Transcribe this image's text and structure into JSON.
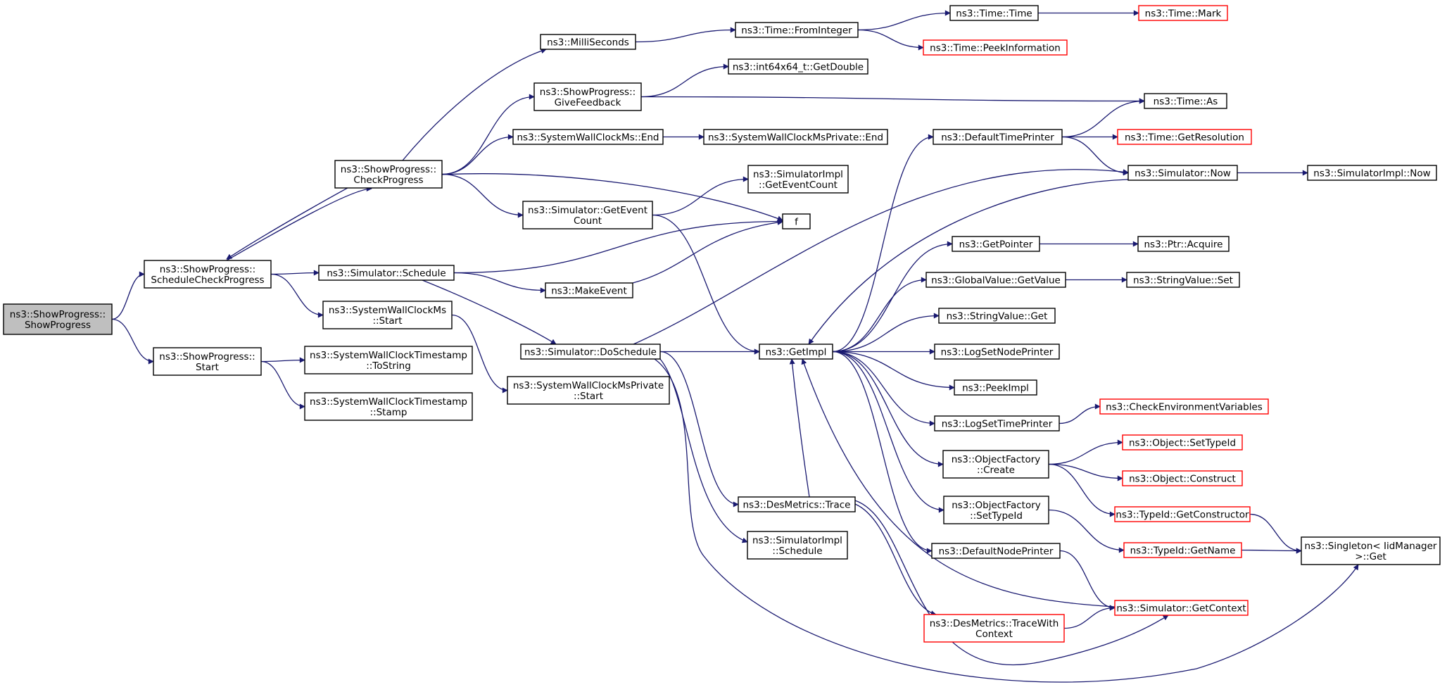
{
  "graph": {
    "nodes": [
      {
        "id": "root",
        "lines": [
          "ns3::ShowProgress::",
          "ShowProgress"
        ],
        "style": "root"
      },
      {
        "id": "scp",
        "lines": [
          "ns3::ShowProgress::",
          "ScheduleCheckProgress"
        ],
        "style": "normal"
      },
      {
        "id": "sps",
        "lines": [
          "ns3::ShowProgress::",
          "Start"
        ],
        "style": "normal"
      },
      {
        "id": "cp",
        "lines": [
          "ns3::ShowProgress::",
          "CheckProgress"
        ],
        "style": "normal"
      },
      {
        "id": "ss",
        "lines": [
          "ns3::Simulator::Schedule"
        ],
        "style": "normal"
      },
      {
        "id": "swcs",
        "lines": [
          "ns3::SystemWallClockMs",
          "::Start"
        ],
        "style": "normal"
      },
      {
        "id": "tts",
        "lines": [
          "ns3::SystemWallClockTimestamp",
          "::ToString"
        ],
        "style": "normal"
      },
      {
        "id": "tst",
        "lines": [
          "ns3::SystemWallClockTimestamp",
          "::Stamp"
        ],
        "style": "normal"
      },
      {
        "id": "ms",
        "lines": [
          "ns3::MilliSeconds"
        ],
        "style": "normal"
      },
      {
        "id": "gf",
        "lines": [
          "ns3::ShowProgress::",
          "GiveFeedback"
        ],
        "style": "normal"
      },
      {
        "id": "swce",
        "lines": [
          "ns3::SystemWallClockMs::End"
        ],
        "style": "normal"
      },
      {
        "id": "gec",
        "lines": [
          "ns3::Simulator::GetEvent",
          "Count"
        ],
        "style": "normal"
      },
      {
        "id": "me",
        "lines": [
          "ns3::MakeEvent"
        ],
        "style": "normal"
      },
      {
        "id": "ds",
        "lines": [
          "ns3::Simulator::DoSchedule"
        ],
        "style": "normal"
      },
      {
        "id": "swcps",
        "lines": [
          "ns3::SystemWallClockMsPrivate",
          "::Start"
        ],
        "style": "normal"
      },
      {
        "id": "fi",
        "lines": [
          "ns3::Time::FromInteger"
        ],
        "style": "normal"
      },
      {
        "id": "gd",
        "lines": [
          "ns3::int64x64_t::GetDouble"
        ],
        "style": "normal"
      },
      {
        "id": "swcpe",
        "lines": [
          "ns3::SystemWallClockMsPrivate::End"
        ],
        "style": "normal"
      },
      {
        "id": "sigec",
        "lines": [
          "ns3::SimulatorImpl",
          "::GetEventCount"
        ],
        "style": "normal"
      },
      {
        "id": "f",
        "lines": [
          "f"
        ],
        "style": "normal"
      },
      {
        "id": "gi",
        "lines": [
          "ns3::GetImpl"
        ],
        "style": "normal"
      },
      {
        "id": "dmt",
        "lines": [
          "ns3::DesMetrics::Trace"
        ],
        "style": "normal"
      },
      {
        "id": "sis",
        "lines": [
          "ns3::SimulatorImpl",
          "::Schedule"
        ],
        "style": "normal"
      },
      {
        "id": "tt",
        "lines": [
          "ns3::Time::Time"
        ],
        "style": "normal"
      },
      {
        "id": "tpi",
        "lines": [
          "ns3::Time::PeekInformation"
        ],
        "style": "red"
      },
      {
        "id": "dtp",
        "lines": [
          "ns3::DefaultTimePrinter"
        ],
        "style": "normal"
      },
      {
        "id": "gp",
        "lines": [
          "ns3::GetPointer"
        ],
        "style": "normal"
      },
      {
        "id": "gvg",
        "lines": [
          "ns3::GlobalValue::GetValue"
        ],
        "style": "normal"
      },
      {
        "id": "svg",
        "lines": [
          "ns3::StringValue::Get"
        ],
        "style": "normal"
      },
      {
        "id": "lsnp",
        "lines": [
          "ns3::LogSetNodePrinter"
        ],
        "style": "normal"
      },
      {
        "id": "pi",
        "lines": [
          "ns3::PeekImpl"
        ],
        "style": "normal"
      },
      {
        "id": "lstp",
        "lines": [
          "ns3::LogSetTimePrinter"
        ],
        "style": "normal"
      },
      {
        "id": "ofc",
        "lines": [
          "ns3::ObjectFactory",
          "::Create"
        ],
        "style": "normal"
      },
      {
        "id": "ofs",
        "lines": [
          "ns3::ObjectFactory",
          "::SetTypeId"
        ],
        "style": "normal"
      },
      {
        "id": "dnp",
        "lines": [
          "ns3::DefaultNodePrinter"
        ],
        "style": "normal"
      },
      {
        "id": "dmtw",
        "lines": [
          "ns3::DesMetrics::TraceWith",
          "Context"
        ],
        "style": "red"
      },
      {
        "id": "tm",
        "lines": [
          "ns3::Time::Mark"
        ],
        "style": "red"
      },
      {
        "id": "ta",
        "lines": [
          "ns3::Time::As"
        ],
        "style": "normal"
      },
      {
        "id": "tgr",
        "lines": [
          "ns3::Time::GetResolution"
        ],
        "style": "red"
      },
      {
        "id": "sn",
        "lines": [
          "ns3::Simulator::Now"
        ],
        "style": "normal"
      },
      {
        "id": "pa",
        "lines": [
          "ns3::Ptr::Acquire"
        ],
        "style": "normal"
      },
      {
        "id": "svs",
        "lines": [
          "ns3::StringValue::Set"
        ],
        "style": "normal"
      },
      {
        "id": "cev",
        "lines": [
          "ns3::CheckEnvironmentVariables"
        ],
        "style": "red"
      },
      {
        "id": "ost",
        "lines": [
          "ns3::Object::SetTypeId"
        ],
        "style": "red"
      },
      {
        "id": "oc",
        "lines": [
          "ns3::Object::Construct"
        ],
        "style": "red"
      },
      {
        "id": "tgc",
        "lines": [
          "ns3::TypeId::GetConstructor"
        ],
        "style": "red"
      },
      {
        "id": "tgn",
        "lines": [
          "ns3::TypeId::GetName"
        ],
        "style": "red"
      },
      {
        "id": "sgc",
        "lines": [
          "ns3::Simulator::GetContext"
        ],
        "style": "red"
      },
      {
        "id": "sin",
        "lines": [
          "ns3::SimulatorImpl::Now"
        ],
        "style": "normal"
      },
      {
        "id": "sig",
        "lines": [
          "ns3::Singleton< IidManager",
          " >::Get"
        ],
        "style": "normal"
      }
    ],
    "edges": [
      [
        "root",
        "scp"
      ],
      [
        "root",
        "sps"
      ],
      [
        "scp",
        "cp"
      ],
      [
        "scp",
        "ss"
      ],
      [
        "scp",
        "swcs"
      ],
      [
        "sps",
        "tts"
      ],
      [
        "sps",
        "tst"
      ],
      [
        "cp",
        "scp"
      ],
      [
        "cp",
        "ms"
      ],
      [
        "cp",
        "gf"
      ],
      [
        "cp",
        "swce"
      ],
      [
        "cp",
        "gec"
      ],
      [
        "cp",
        "f"
      ],
      [
        "ss",
        "f"
      ],
      [
        "ss",
        "me"
      ],
      [
        "ss",
        "ds"
      ],
      [
        "swcs",
        "swcps"
      ],
      [
        "ms",
        "fi"
      ],
      [
        "fi",
        "tt"
      ],
      [
        "fi",
        "tpi"
      ],
      [
        "tt",
        "tm"
      ],
      [
        "gf",
        "gd"
      ],
      [
        "gf",
        "ta"
      ],
      [
        "swce",
        "swcpe"
      ],
      [
        "gec",
        "sigec"
      ],
      [
        "gec",
        "gi"
      ],
      [
        "me",
        "f"
      ],
      [
        "ds",
        "sn"
      ],
      [
        "ds",
        "gi"
      ],
      [
        "ds",
        "dmt"
      ],
      [
        "ds",
        "sis"
      ],
      [
        "ds",
        "sig"
      ],
      [
        "dmt",
        "dmtw"
      ],
      [
        "dmt",
        "sgc"
      ],
      [
        "dmtw",
        "sgc"
      ],
      [
        "gi",
        "dtp"
      ],
      [
        "gi",
        "gp"
      ],
      [
        "gi",
        "gvg"
      ],
      [
        "gi",
        "svg"
      ],
      [
        "gi",
        "lsnp"
      ],
      [
        "gi",
        "pi"
      ],
      [
        "gi",
        "lstp"
      ],
      [
        "gi",
        "ofc"
      ],
      [
        "gi",
        "ofs"
      ],
      [
        "gi",
        "dnp"
      ],
      [
        "dtp",
        "ta"
      ],
      [
        "dtp",
        "tgr"
      ],
      [
        "dtp",
        "sn"
      ],
      [
        "sn",
        "sin"
      ],
      [
        "sn",
        "gi"
      ],
      [
        "sgc",
        "gi"
      ],
      [
        "dmt",
        "gi"
      ],
      [
        "gp",
        "pa"
      ],
      [
        "gvg",
        "svs"
      ],
      [
        "lstp",
        "cev"
      ],
      [
        "ofc",
        "ost"
      ],
      [
        "ofc",
        "oc"
      ],
      [
        "ofc",
        "tgc"
      ],
      [
        "ofs",
        "tgn"
      ],
      [
        "tgc",
        "sig"
      ],
      [
        "tgn",
        "sig"
      ],
      [
        "dnp",
        "sgc"
      ]
    ]
  }
}
